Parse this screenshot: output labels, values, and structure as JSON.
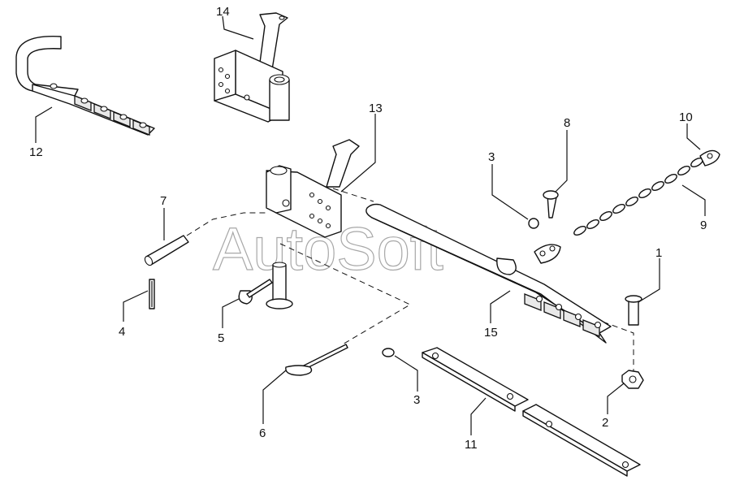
{
  "watermark": "AutoSoft",
  "callouts": {
    "c1": "1",
    "c2": "2",
    "c3a": "3",
    "c3b": "3",
    "c4": "4",
    "c5": "5",
    "c6": "6",
    "c7": "7",
    "c8": "8",
    "c9": "9",
    "c10": "10",
    "c11": "11",
    "c12": "12",
    "c13": "13",
    "c14": "14",
    "c15": "15"
  }
}
